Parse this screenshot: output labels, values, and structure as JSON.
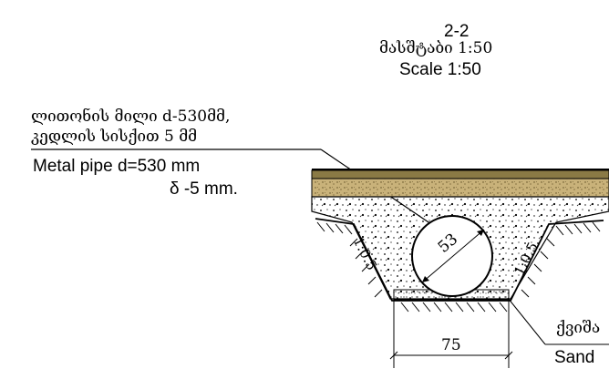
{
  "section": {
    "name": "2-2",
    "scale_ka": "მასშტაბი 1:50",
    "scale_en": "Scale 1:50"
  },
  "pipe_note": {
    "line1_ka": "ლითონის მილი d-530მმ,",
    "line2_ka": "კედლის სისქით 5 მმ",
    "line1_en": "Metal pipe d=530 mm",
    "line2_en": "δ -5 mm."
  },
  "dimensions": {
    "pipe_diameter": "53",
    "left_slope": "1:0.5",
    "right_slope": "1:0.5",
    "bottom_width": "75"
  },
  "sand_note": {
    "label_ka": "ქვიშა",
    "label_en": "Sand"
  },
  "colors": {
    "line": "#000000",
    "pavement_top": "#8a7a45",
    "pavement_bottom": "#c9b27a"
  }
}
